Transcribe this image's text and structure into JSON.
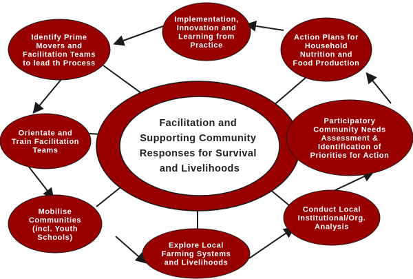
{
  "colors": {
    "node": "#990000",
    "line": "#1a1a1a"
  },
  "center": {
    "lines": [
      "Facilitation and",
      "Supporting Community",
      "Responses for Survival",
      "and Livelihoods"
    ]
  },
  "nodes": {
    "implementation": {
      "lines": [
        "Implementation,",
        "Innovation and",
        "Learning from",
        "Practice"
      ]
    },
    "identify": {
      "lines": [
        "Identify Prime",
        "Movers and",
        "Facilitation Teams",
        "to lead th Process"
      ]
    },
    "action": {
      "lines": [
        "Action Plans for",
        "Household",
        "Nutrition and",
        "Food Production"
      ]
    },
    "orientate": {
      "lines": [
        "Orientate and",
        "Train Facilitation",
        "Teams"
      ]
    },
    "participatory": {
      "lines": [
        "Participatory",
        "Community Needs",
        "Assessment &",
        "Identification of",
        "Priorities for Action"
      ]
    },
    "mobilise": {
      "lines": [
        "Mobilise",
        "Communities",
        "(incl. Youth",
        "Schools)"
      ]
    },
    "explore": {
      "lines": [
        "Explore Local",
        "Farming Systems",
        "and Livelihoods"
      ]
    },
    "conduct": {
      "lines": [
        "Conduct Local",
        "Institutional/Org.",
        "Analysis"
      ]
    }
  }
}
